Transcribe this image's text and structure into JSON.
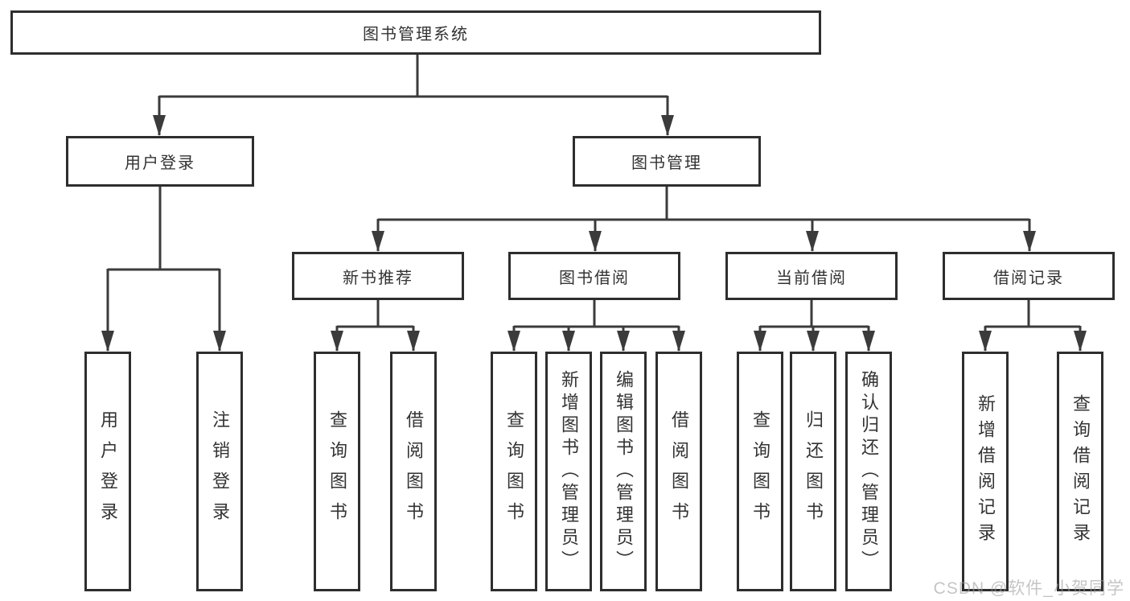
{
  "nodes": {
    "root": "图书管理系统",
    "userLogin": "用户登录",
    "bookMgmt": "图书管理",
    "newBookRec": "新书推荐",
    "bookBorrow": "图书借阅",
    "currentBorrow": "当前借阅",
    "borrowRecord": "借阅记录",
    "leaves": {
      "userLogin": [
        "用户登录",
        "注销登录"
      ],
      "newBookRec": [
        "查询图书",
        "借阅图书"
      ],
      "bookBorrow": [
        "查询图书",
        "新增图书（管理员）",
        "编辑图书（管理员）",
        "借阅图书"
      ],
      "currentBorrow": [
        "查询图书",
        "归还图书",
        "确认归还（管理员）"
      ],
      "borrowRecord": [
        "新增借阅记录",
        "查询借阅记录"
      ]
    }
  },
  "watermark": "CSDN @软件_小贺同学",
  "colors": {
    "line": "#3b3b3b",
    "border": "#2e2e2e",
    "text": "#333333",
    "watermark": "#9e9e9e"
  }
}
